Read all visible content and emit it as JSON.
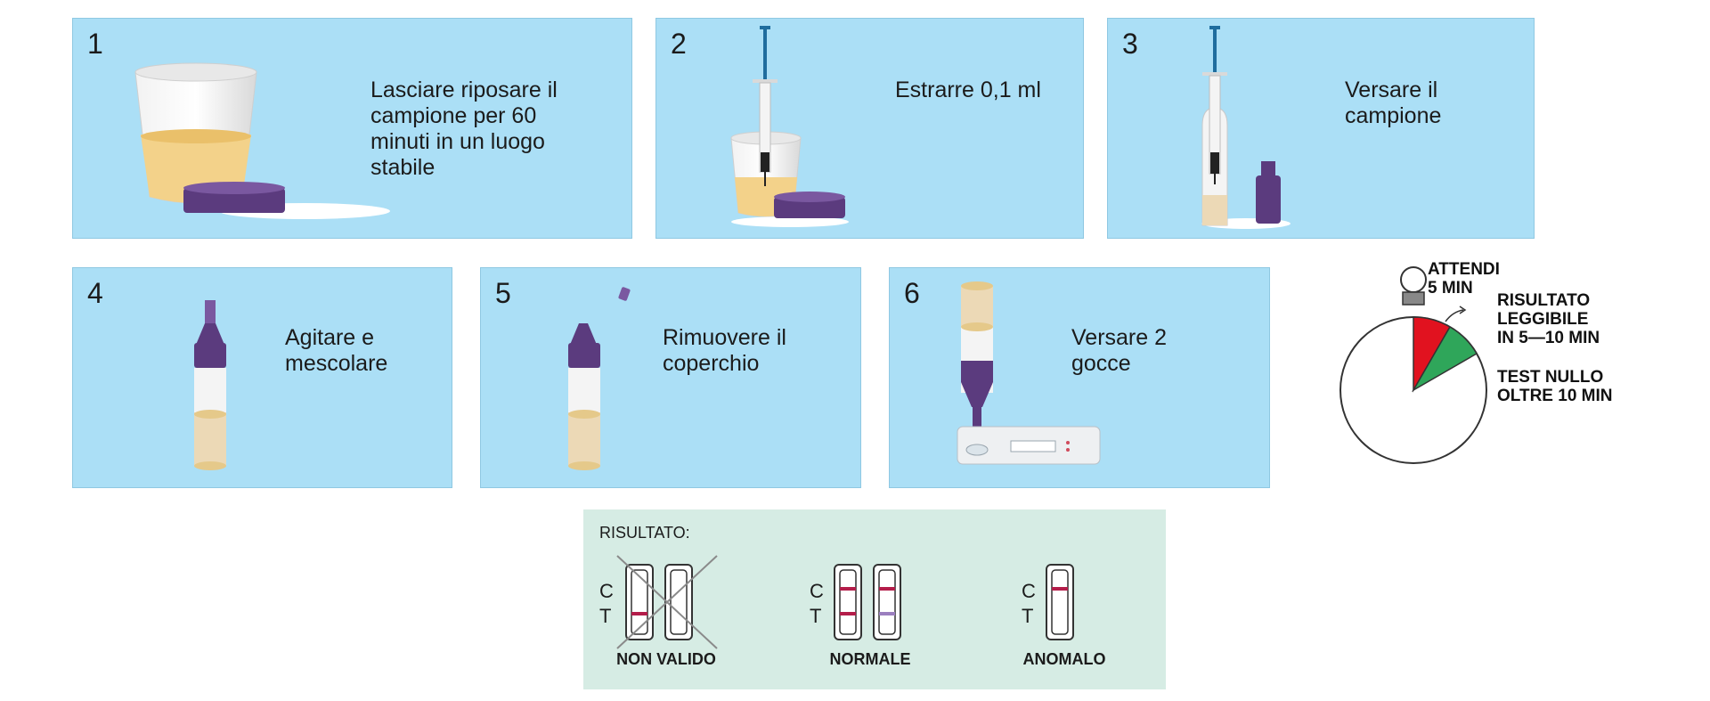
{
  "steps": [
    {
      "number": "1",
      "text": "Lasciare riposare il\ncampione per 60\nminuti in un luogo\nstabile"
    },
    {
      "number": "2",
      "text": "Estrarre 0,1 ml"
    },
    {
      "number": "3",
      "text": "Versare il\ncampione"
    },
    {
      "number": "4",
      "text": "Agitare e\nmescolare"
    },
    {
      "number": "5",
      "text": "Rimuovere il\ncoperchio"
    },
    {
      "number": "6",
      "text": "Versare 2\ngocce"
    }
  ],
  "timer": {
    "wait_label": "ATTENDI\n5 MIN",
    "readable_label": "RISULTATO\nLEGGIBILE\nIN 5—10 MIN",
    "invalid_label": "TEST NULLO\nOLTRE 10 MIN",
    "colors": {
      "wait": "#e1121f",
      "readable": "#2fa65a"
    }
  },
  "result": {
    "title": "RISULTATO:",
    "c_label": "C",
    "t_label": "T",
    "invalid_label": "NON VALIDO",
    "normal_label": "NORMALE",
    "abnormal_label": "ANOMALO"
  },
  "colors": {
    "panel": "#abdff6",
    "result_panel": "#d6ece4",
    "cap": "#5b3b7e",
    "line": "#b41d4a"
  }
}
